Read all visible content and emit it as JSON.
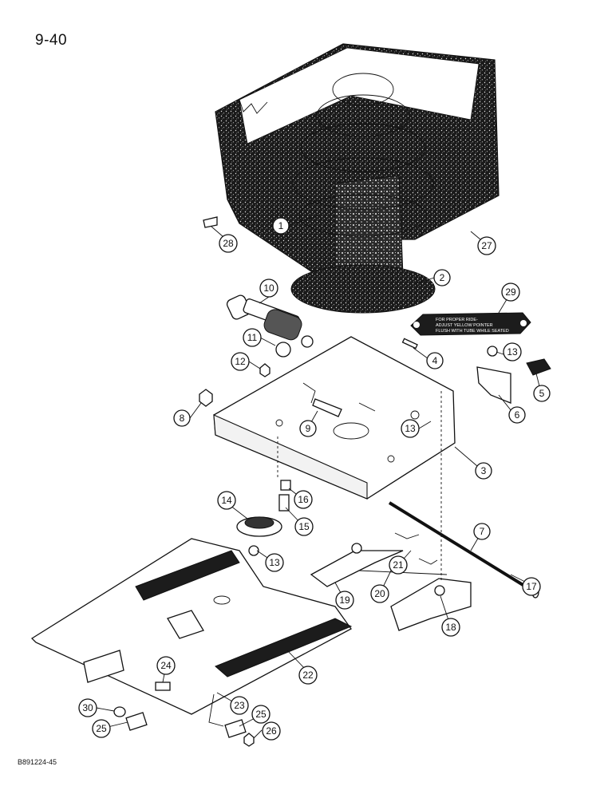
{
  "page_number": "9-40",
  "document_code": "B891224-45",
  "decal": {
    "line1": "FOR PROPER RIDE-",
    "line2": "ADJUST YELLOW POINTER",
    "line3": "FLUSH WITH TUBE WHILE SEATED"
  },
  "callouts": [
    "1",
    "2",
    "3",
    "4",
    "5",
    "6",
    "7",
    "8",
    "9",
    "10",
    "11",
    "12",
    "13",
    "13",
    "13",
    "14",
    "15",
    "16",
    "17",
    "18",
    "19",
    "20",
    "21",
    "22",
    "23",
    "24",
    "25",
    "25",
    "26",
    "27",
    "28",
    "29",
    "30"
  ],
  "colors": {
    "ink": "#111111",
    "paper": "#ffffff",
    "felt": "#1c1c1c"
  }
}
